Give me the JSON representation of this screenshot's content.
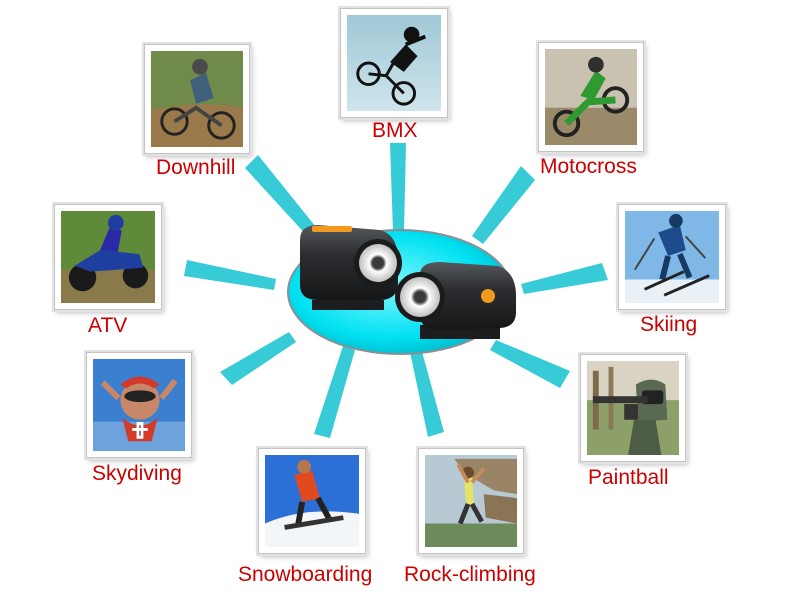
{
  "colors": {
    "label": "#cc0000",
    "ray": "#36cbd6",
    "disc": "#00e5f5",
    "camera_body": "#2b2d30",
    "camera_button": "#f39a1e"
  },
  "center": {
    "image": "two black helmet action cameras on a cyan disc",
    "icon": "camera-icon"
  },
  "sports": [
    {
      "label": "BMX",
      "icon": "bmx-rider-icon"
    },
    {
      "label": "Motocross",
      "icon": "motocross-icon"
    },
    {
      "label": "Skiing",
      "icon": "skier-icon"
    },
    {
      "label": "Paintball",
      "icon": "paintball-player-icon"
    },
    {
      "label": "Rock-climbing",
      "icon": "rock-climber-icon"
    },
    {
      "label": "Snowboarding",
      "icon": "snowboarder-icon"
    },
    {
      "label": "Skydiving",
      "icon": "skydiver-icon"
    },
    {
      "label": "ATV",
      "icon": "atv-icon"
    },
    {
      "label": "Downhill",
      "icon": "downhill-bike-icon"
    }
  ]
}
